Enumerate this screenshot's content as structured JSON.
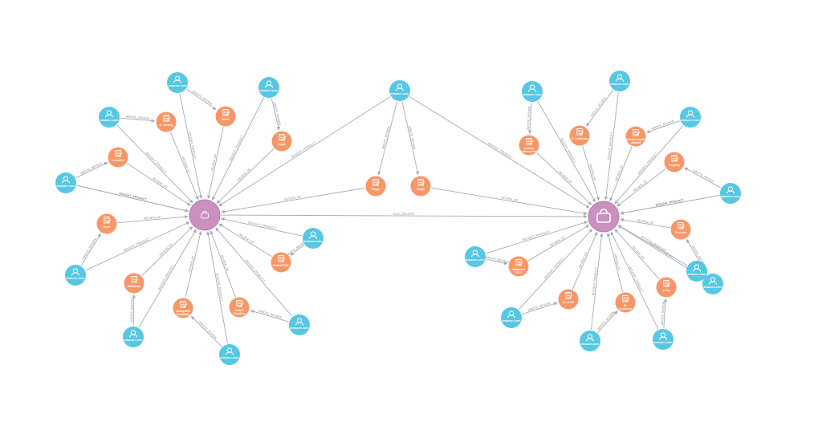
{
  "graph": {
    "colors": {
      "user": "#57c7e3",
      "review": "#f79767",
      "product": "#c990c0",
      "edge": "#a5abb6",
      "edge_label": "#8a8a8a",
      "background": "#ffffff"
    },
    "icons": {
      "user": "user-icon",
      "review": "review-icon",
      "product": "shopping-bag-icon"
    },
    "nodes": [
      {
        "id": "P1",
        "type": "product",
        "label": ""
      },
      {
        "id": "P2",
        "type": "product",
        "label": ""
      },
      {
        "id": "U1",
        "type": "user",
        "label": "amazon.com"
      },
      {
        "id": "U2",
        "type": "user",
        "label": "amazon.com"
      },
      {
        "id": "U3",
        "type": "user",
        "label": "amazon.com"
      },
      {
        "id": "U4",
        "type": "user",
        "label": "amazon.com"
      },
      {
        "id": "U5",
        "type": "user",
        "label": "amazon.com"
      },
      {
        "id": "U6",
        "type": "user",
        "label": "amazon.com"
      },
      {
        "id": "U7",
        "type": "user",
        "label": "amazon.com"
      },
      {
        "id": "U8",
        "type": "user",
        "label": "amazon.com"
      },
      {
        "id": "U9",
        "type": "user",
        "label": "amazon.com"
      },
      {
        "id": "U10",
        "type": "user",
        "label": "amazon.com"
      },
      {
        "id": "U11",
        "type": "user",
        "label": "amazon.com"
      },
      {
        "id": "U12",
        "type": "user",
        "label": "amazon.com"
      },
      {
        "id": "U13",
        "type": "user",
        "label": "amazon.com"
      },
      {
        "id": "U14",
        "type": "user",
        "label": "amazon.com"
      },
      {
        "id": "U15",
        "type": "user",
        "label": "amazon.com"
      },
      {
        "id": "U16",
        "type": "user",
        "label": "amazon.com"
      },
      {
        "id": "U17",
        "type": "user",
        "label": "amazon.com"
      },
      {
        "id": "U18",
        "type": "user",
        "label": "amazon.com"
      },
      {
        "id": "U19",
        "type": "user",
        "label": "amazon.com"
      },
      {
        "id": "U20",
        "type": "user",
        "label": "amazon.com"
      },
      {
        "id": "U21",
        "type": "user",
        "label": "amazon.com"
      },
      {
        "id": "U22",
        "type": "user",
        "label": "amazon.com"
      },
      {
        "id": "R1",
        "type": "review",
        "label": "G. Strong"
      },
      {
        "id": "R2",
        "type": "review",
        "label": "Nikki"
      },
      {
        "id": "R3",
        "type": "review",
        "label": "Hugh"
      },
      {
        "id": "R4",
        "type": "review",
        "label": "treex916"
      },
      {
        "id": "R5",
        "type": "review",
        "label": "Rene"
      },
      {
        "id": "R6",
        "type": "review",
        "label": "Rebiel7331"
      },
      {
        "id": "R7",
        "type": "review",
        "label": "dkmimba"
      },
      {
        "id": "R8",
        "type": "review",
        "label": "Josephine Coulibaly"
      },
      {
        "id": "R9",
        "type": "review",
        "label": "Isabel Carolina"
      },
      {
        "id": "R10",
        "type": "review",
        "label": "Hugh"
      },
      {
        "id": "R11",
        "type": "review",
        "label": "Hugh"
      },
      {
        "id": "R12",
        "type": "review",
        "label": "yodley Evanescente"
      },
      {
        "id": "R13",
        "type": "review",
        "label": "G. Coffman"
      },
      {
        "id": "R14",
        "type": "review",
        "label": "Lakshmikantha vikrant"
      },
      {
        "id": "R15",
        "type": "review",
        "label": "Tragedy"
      },
      {
        "id": "R16",
        "type": "review",
        "label": "Phoenix"
      },
      {
        "id": "R17",
        "type": "review",
        "label": "Catpower 1013"
      },
      {
        "id": "R18",
        "type": "review",
        "label": "Dr. ELM"
      },
      {
        "id": "R19",
        "type": "review",
        "label": "M. Leporina"
      },
      {
        "id": "R20",
        "type": "review",
        "label": "jerky"
      }
    ],
    "edges": [
      {
        "from": "U1",
        "to": "R1",
        "label": "WROTE_REVIEW"
      },
      {
        "from": "U1",
        "to": "P1",
        "label": "BOUGHT_PRODUCT"
      },
      {
        "from": "R1",
        "to": "P1",
        "label": "REVIEW_OF"
      },
      {
        "from": "U2",
        "to": "R2",
        "label": "WROTE_REVIEW"
      },
      {
        "from": "U2",
        "to": "P1",
        "label": "BOUGHT_PRODUCT"
      },
      {
        "from": "R2",
        "to": "P1",
        "label": "REVIEW_OF"
      },
      {
        "from": "U3",
        "to": "R3",
        "label": "WROTE_REVIEW"
      },
      {
        "from": "U3",
        "to": "P1",
        "label": "BOUGHT_PRODUCT"
      },
      {
        "from": "R3",
        "to": "P1",
        "label": "REVIEW_OF"
      },
      {
        "from": "U4",
        "to": "R4",
        "label": "WROTE_REVIEW"
      },
      {
        "from": "U4",
        "to": "P1",
        "label": "BOUGHT_PRODUCT"
      },
      {
        "from": "R4",
        "to": "P1",
        "label": "REVIEW_OF"
      },
      {
        "from": "U5",
        "to": "R5",
        "label": "WROTE_REVIEW"
      },
      {
        "from": "U5",
        "to": "P1",
        "label": "BOUGHT_PRODUCT"
      },
      {
        "from": "R5",
        "to": "P1",
        "label": "REVIEW_OF"
      },
      {
        "from": "U6",
        "to": "R6",
        "label": "WROTE_REVIEW"
      },
      {
        "from": "U6",
        "to": "P1",
        "label": "BOUGHT_PRODUCT"
      },
      {
        "from": "R6",
        "to": "P1",
        "label": "REVIEW_OF"
      },
      {
        "from": "U7",
        "to": "R7",
        "label": "WROTE_REVIEW"
      },
      {
        "from": "U7",
        "to": "P1",
        "label": "BOUGHT_PRODUCT"
      },
      {
        "from": "R7",
        "to": "P1",
        "label": "REVIEW_OF"
      },
      {
        "from": "U8",
        "to": "R8",
        "label": "WROTE_REVIEW"
      },
      {
        "from": "U8",
        "to": "P1",
        "label": "BOUGHT_PRODUCT"
      },
      {
        "from": "R8",
        "to": "P1",
        "label": "REVIEW_OF"
      },
      {
        "from": "U9",
        "to": "R9",
        "label": "WROTE_REVIEW"
      },
      {
        "from": "U9",
        "to": "P1",
        "label": "BOUGHT_PRODUCT"
      },
      {
        "from": "R9",
        "to": "P1",
        "label": "REVIEW_OF"
      },
      {
        "from": "U10",
        "to": "R10",
        "label": "WROTE_REVIEW"
      },
      {
        "from": "U10",
        "to": "R11",
        "label": "WROTE_REVIEW"
      },
      {
        "from": "U10",
        "to": "P1",
        "label": "BOUGHT_PRODUCT"
      },
      {
        "from": "U10",
        "to": "P2",
        "label": "BOUGHT_PRODUCT"
      },
      {
        "from": "R10",
        "to": "P1",
        "label": "REVIEW_OF"
      },
      {
        "from": "R11",
        "to": "P2",
        "label": "REVIEW_OF"
      },
      {
        "from": "P1",
        "to": "P2",
        "label": "ALSO_BOUGHT"
      },
      {
        "from": "U11",
        "to": "R12",
        "label": "WROTE_REVIEW"
      },
      {
        "from": "U11",
        "to": "P2",
        "label": "BOUGHT_PRODUCT"
      },
      {
        "from": "R12",
        "to": "P2",
        "label": "REVIEW_OF"
      },
      {
        "from": "U12",
        "to": "R13",
        "label": "WROTE_REVIEW"
      },
      {
        "from": "U12",
        "to": "P2",
        "label": "BOUGHT_PRODUCT"
      },
      {
        "from": "R13",
        "to": "P2",
        "label": "REVIEW_OF"
      },
      {
        "from": "U13",
        "to": "R14",
        "label": "WROTE_REVIEW"
      },
      {
        "from": "U13",
        "to": "P2",
        "label": "BOUGHT_PRODUCT"
      },
      {
        "from": "R14",
        "to": "P2",
        "label": "REVIEW_OF"
      },
      {
        "from": "U14",
        "to": "R15",
        "label": "WROTE_REVIEW"
      },
      {
        "from": "U14",
        "to": "P2",
        "label": "BOUGHT_PRODUCT"
      },
      {
        "from": "R15",
        "to": "P2",
        "label": "REVIEW_OF"
      },
      {
        "from": "U15",
        "to": "R16",
        "label": "WROTE_REVIEW"
      },
      {
        "from": "U15",
        "to": "P2",
        "label": "BOUGHT_PRODUCT"
      },
      {
        "from": "R16",
        "to": "P2",
        "label": "REVIEW_OF"
      },
      {
        "from": "U16",
        "to": "R17",
        "label": "WROTE_REVIEW"
      },
      {
        "from": "U16",
        "to": "P2",
        "label": "BOUGHT_PRODUCT"
      },
      {
        "from": "R17",
        "to": "P2",
        "label": "REVIEW_OF"
      },
      {
        "from": "U17",
        "to": "R18",
        "label": "WROTE_REVIEW"
      },
      {
        "from": "U17",
        "to": "P2",
        "label": "BOUGHT_PRODUCT"
      },
      {
        "from": "R18",
        "to": "P2",
        "label": "REVIEW_OF"
      },
      {
        "from": "U18",
        "to": "R19",
        "label": "WROTE_REVIEW"
      },
      {
        "from": "U18",
        "to": "P2",
        "label": "BOUGHT_PRODUCT"
      },
      {
        "from": "R19",
        "to": "P2",
        "label": "REVIEW_OF"
      },
      {
        "from": "U19",
        "to": "R20",
        "label": "WROTE_REVIEW"
      },
      {
        "from": "U19",
        "to": "P2",
        "label": "BOUGHT_PRODUCT"
      },
      {
        "from": "R20",
        "to": "P2",
        "label": "REVIEW_OF"
      },
      {
        "from": "U20",
        "to": "P2",
        "label": "BOUGHT_PRODUCT"
      },
      {
        "from": "U21",
        "to": "P1",
        "label": "BOUGHT_PRODUCT"
      },
      {
        "from": "U22",
        "to": "P2",
        "label": "BOUGHT_PRODUCT"
      }
    ]
  }
}
